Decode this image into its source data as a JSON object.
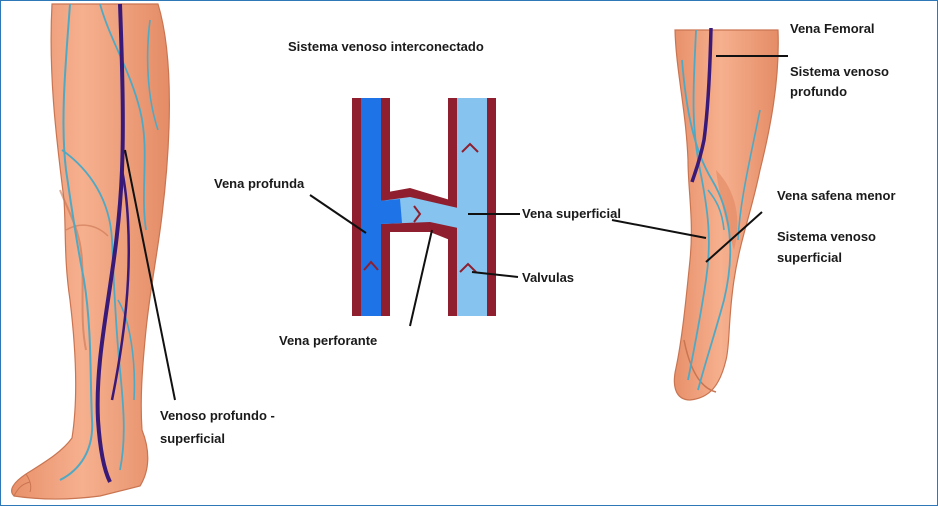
{
  "title": "Sistema venoso interconectado",
  "labels": {
    "vena_profunda": "Vena profunda",
    "vena_superficial": "Vena superficial",
    "valvulas": "Valvulas",
    "vena_perforante": "Vena perforante",
    "venoso_line1": "Venoso profundo -",
    "venoso_line2": "superficial",
    "vena_femoral": "Vena Femoral",
    "svp_line1": "Sistema venoso",
    "svp_line2": "profundo",
    "vena_safena_menor": "Vena safena menor",
    "svs_line1": "Sistema venoso",
    "svs_line2": "superficial"
  },
  "colors": {
    "skin": "#f2a27e",
    "skin_shadow": "#d9805d",
    "skin_light": "#f8c8ad",
    "deep_vein": "#3a1a78",
    "superficial_vein": "#4fa9c4",
    "vessel_wall": "#8f1f2e",
    "deep_lumen": "#1e74e6",
    "superficial_lumen": "#86c3ee",
    "frame": "#2e78b8"
  }
}
